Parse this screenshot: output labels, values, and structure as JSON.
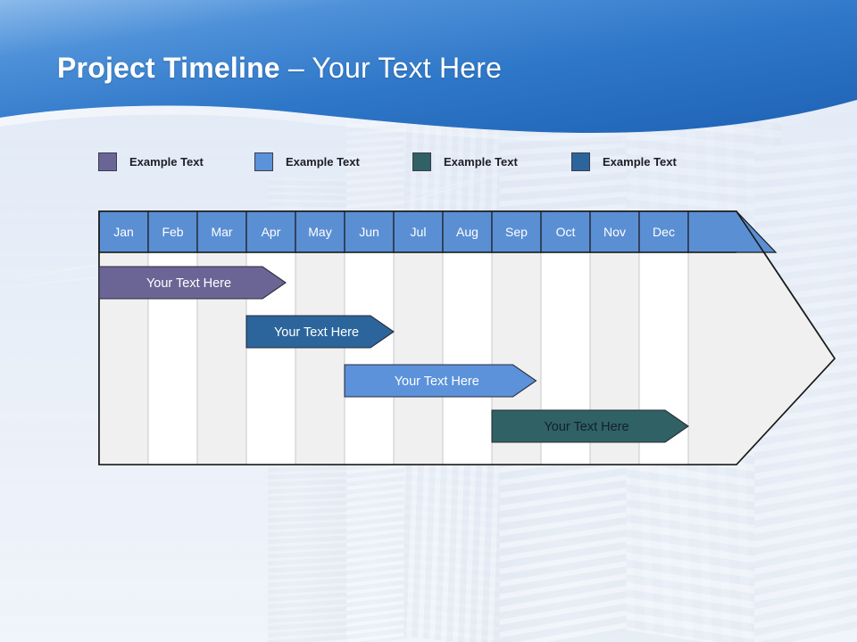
{
  "slide": {
    "title_strong": "Project Timeline ",
    "title_sep": "– ",
    "title_light": "Your Text Here",
    "background": "skyscrapers-photo",
    "header_gradient_from": "#7fb0e3",
    "header_gradient_to": "#1d63b5"
  },
  "legend": {
    "items": [
      {
        "label": "Example Text",
        "color": "#6b6596",
        "x": 0
      },
      {
        "label": "Example Text",
        "color": "#5b92da",
        "x": 175
      },
      {
        "label": "Example Text",
        "color": "#2f6165",
        "x": 352
      },
      {
        "label": "Example Text",
        "color": "#2b659c",
        "x": 530
      }
    ]
  },
  "chart_data": {
    "type": "bar",
    "title": "Project Timeline",
    "orientation": "horizontal",
    "categories": [
      "Jan",
      "Feb",
      "Mar",
      "Apr",
      "May",
      "Jun",
      "Jul",
      "Aug",
      "Sep",
      "Oct",
      "Nov",
      "Dec"
    ],
    "xlabel": "",
    "ylabel": "",
    "grid": true,
    "legend_position": "top",
    "header_fill": "#5b8fd4",
    "body_fill_odd": "#f0f0f0",
    "body_fill_even": "#ffffff",
    "outline": "#1a1a1a",
    "arrow_fill": "#f0f0f0",
    "series": [
      {
        "name": "Example Text",
        "label": "Your  Text Here",
        "color": "#6b6596",
        "text_color": "#ffffff",
        "start_month": "Jan",
        "end_month": "Apr",
        "start_index": 0,
        "end_index": 3.8,
        "row": 0
      },
      {
        "name": "Example Text",
        "label": "Your  Text Here",
        "color": "#2b659c",
        "text_color": "#ffffff",
        "start_month": "Apr",
        "end_month": "Jul",
        "start_index": 3.0,
        "end_index": 6.0,
        "row": 1
      },
      {
        "name": "Example Text",
        "label": "Your  Text Here",
        "color": "#5b92da",
        "text_color": "#ffffff",
        "start_month": "Jun",
        "end_month": "Oct",
        "start_index": 5.0,
        "end_index": 8.9,
        "row": 2
      },
      {
        "name": "Example Text",
        "label": "Your  Text Here",
        "color": "#2f6165",
        "text_color": "#14202a",
        "start_month": "Sep",
        "end_month": "Dec",
        "start_index": 8.0,
        "end_index": 12.0,
        "row": 3
      }
    ]
  }
}
